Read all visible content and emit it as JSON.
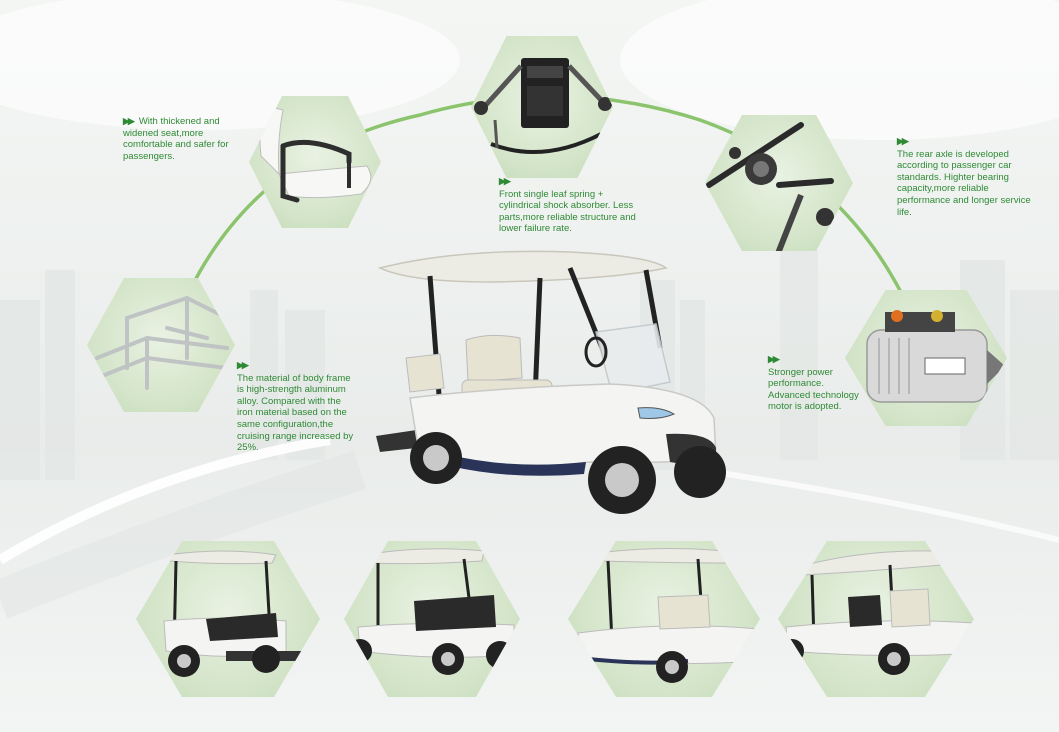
{
  "features": {
    "seat": {
      "icon": "arrow-bullet-icon",
      "text": "With thickened and widened seat,more comfortable and safer for passengers."
    },
    "front_suspension": {
      "icon": "arrow-bullet-icon",
      "text": "Front single leaf spring + cylindrical shock absorber. Less parts,more reliable structure and lower failure rate."
    },
    "rear_axle": {
      "icon": "arrow-bullet-icon",
      "text": "The rear axle is developed according to passenger car standards. Highter bearing capacity,more reliable performance and longer service life."
    },
    "body_frame": {
      "icon": "arrow-bullet-icon",
      "text": "The material of body frame is high-strength aluminum alloy. Compared with the iron material based on the same configuration,the cruising range increased by 25%."
    },
    "motor": {
      "icon": "arrow-bullet-icon",
      "text": "Stronger power performance. Advanced technology motor is adopted."
    }
  },
  "arrow_glyph": "▶▶",
  "colors": {
    "accent_green": "#2f8a36",
    "hex_fill": "#d3e4c8",
    "arc_green": "#8cc46e",
    "cart_white": "#f4f4f2",
    "cart_navy": "#2a3358"
  }
}
